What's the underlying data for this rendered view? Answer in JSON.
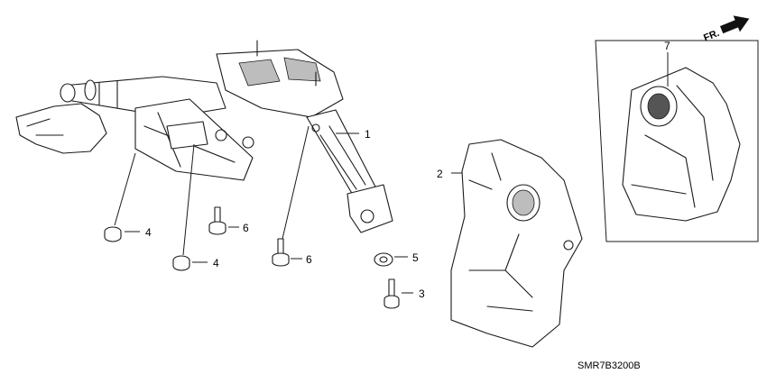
{
  "callouts": {
    "c1": "1",
    "c2": "2",
    "c3": "3",
    "c4a": "4",
    "c4b": "4",
    "c5": "5",
    "c6a": "6",
    "c6b": "6",
    "c7": "7"
  },
  "front_indicator": "FR.",
  "diagram_code": "SMR7B3200B",
  "colors": {
    "line": "#1a1a1a",
    "shade": "#bdbdbd",
    "background": "#ffffff"
  }
}
